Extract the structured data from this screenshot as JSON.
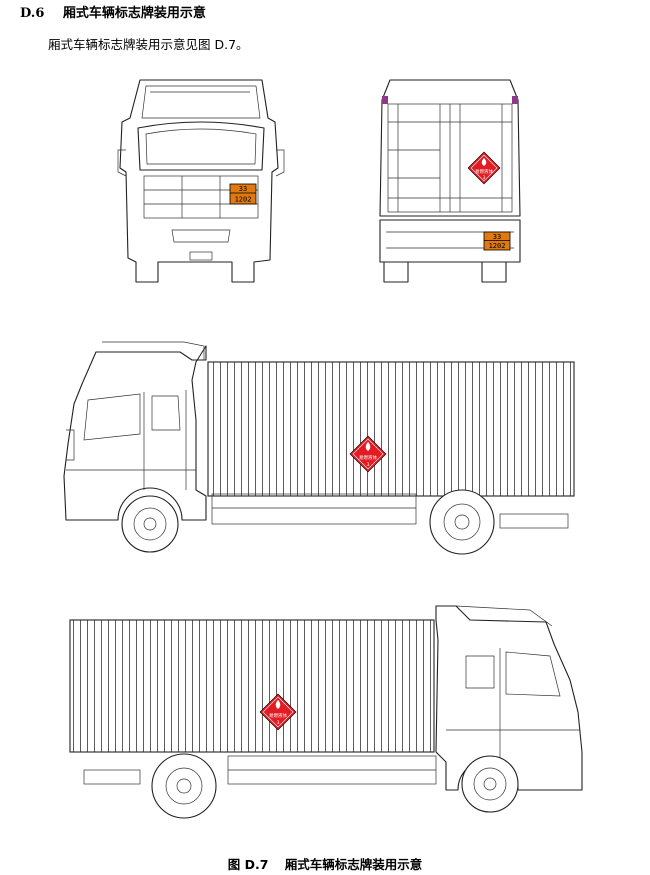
{
  "section": {
    "number": "D.6",
    "title": "厢式车辆标志牌装用示意"
  },
  "intro": "厢式车辆标志牌装用示意见图 D.7。",
  "caption": {
    "number": "图 D.7",
    "title": "厢式车辆标志牌装用示意"
  },
  "placard": {
    "hazard_code": "33",
    "un_number": "1202",
    "color": "#E07A10"
  },
  "sign": {
    "label": "易燃液体",
    "class_number": "3",
    "color": "#E31B23"
  }
}
